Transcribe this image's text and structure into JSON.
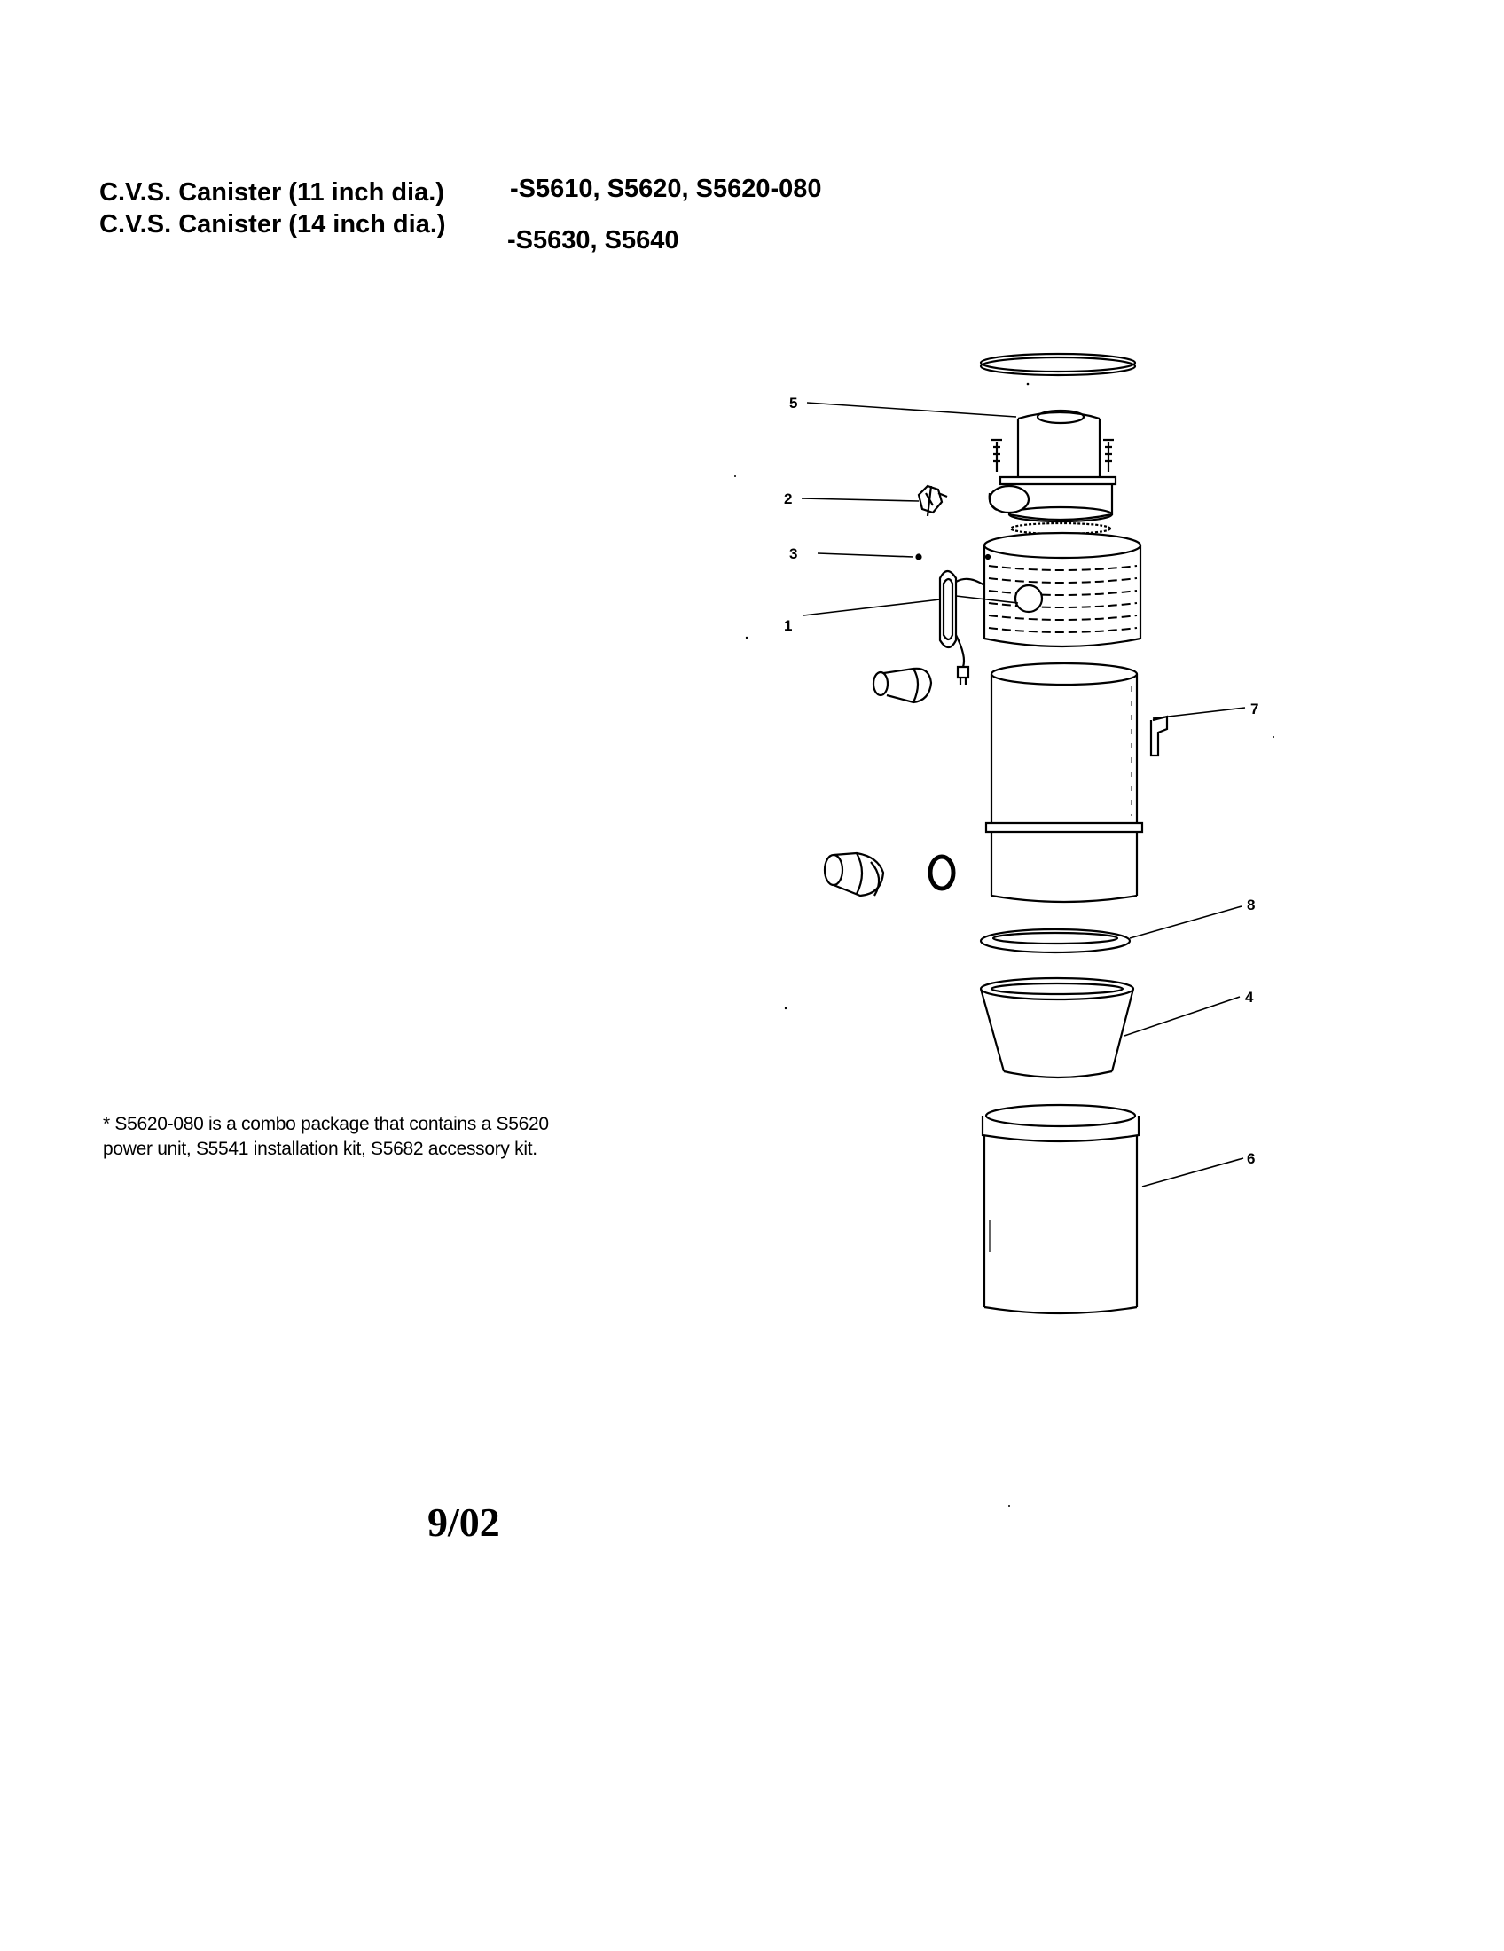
{
  "header": {
    "line1_model": "C.V.S. Canister  (11 inch dia.)",
    "line1_parts": "-S5610, S5620, S5620-080",
    "line2_model": "C.V.S. Canister  (14 inch dia.)",
    "line2_parts": "-S5630, S5640"
  },
  "note": {
    "line1": "* S5620-080 is a combo package that contains a S5620",
    "line2": "power unit, S5541 installation kit, S5682 accessory kit."
  },
  "date": "9/02",
  "callouts": {
    "c1": "1",
    "c2": "2",
    "c3": "3",
    "c4": "4",
    "c5": "5",
    "c6": "6",
    "c7": "7",
    "c8": "8"
  }
}
